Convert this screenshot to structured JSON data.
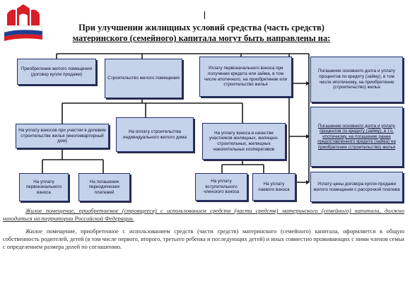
{
  "title": {
    "line1": "При улучшении жилищных условий средства (часть средств)",
    "line2": "материнского (семейного) капитала могут быть направлены на:"
  },
  "boxes": {
    "purchase": "Приобретение жилого помещения (договор купли продажи)",
    "construction": "Строительство жилого помещения",
    "loan_initial": "Уплату первоначального взноса при получении кредита или займа, в том числе ипотечного, на приобретение или строительство жилья",
    "repay_principal": "Погашение основного долга и уплату процентов по кредиту (займу), в том числе ипотечному, на приобретение (строительство) жилья",
    "shared_construction": "На уплату взносов при участии в долевом строительстве жилья (многоквартирный дом)",
    "individual_construction": "На оплату строительства индивидуального жилого дома",
    "cooperative": "На уплату взноса в качестве участников жилищных, жилищно-строительных, жилищных накопительных кооперативов",
    "repay_previous": "Погашение основного долга и уплату процентов по кредиту (займу), в т.ч. ипотечному, на погашение ранее предоставленного кредита (займа) на приобретение (строительство) жилья",
    "installment": "Уплату цены договора купли-продажи жилого помещения с рассрочкой платежа",
    "initial_payment": "На уплату первоначального взноса",
    "periodic_payments": "На погашение периодических платежей",
    "entrance_fee": "На уплату вступительного членского взноса",
    "share_fee": "На уплату паевого взноса"
  },
  "paragraphs": {
    "p1": "Жилое помещение, приобретаемое (строящееся) с использованием средств (части средств) материнского (семейного) капитала, должно находиться на территории Российской Федерации.",
    "p2": "Жилое помещение, приобретенное с использованием средств (части средств) материнского (семейного) капитала, оформляется в общую собственность родителей, детей (в том числе первого, второго, третьего ребенка и последующих детей) и иных совместно проживающих с ними членов семьи с определением размера долей по соглашению."
  },
  "colors": {
    "box_fill": "#c5d3ea",
    "box_border": "#1f2f6e",
    "logo_red": "#d81e27",
    "logo_blue": "#1d3f91"
  },
  "logo": {
    "icon": "pension-fund-house-logo"
  }
}
